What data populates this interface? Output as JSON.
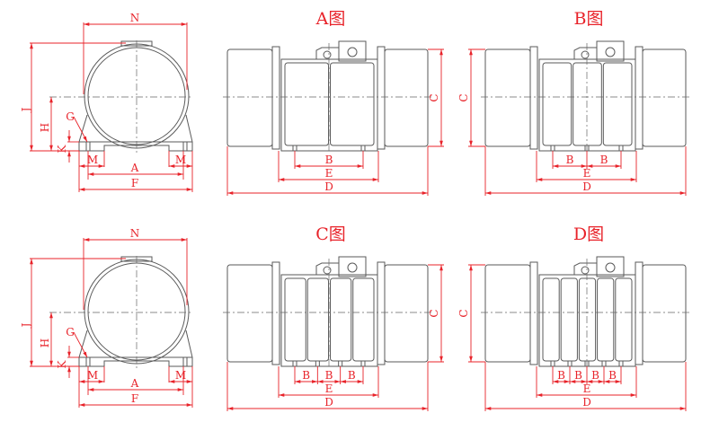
{
  "colors": {
    "dimension": "#e8232a",
    "outline": "#5a5a5a"
  },
  "front_view_labels": {
    "N": "N",
    "J": "J",
    "H": "H",
    "K": "K",
    "G": "G",
    "M": "M",
    "A": "A",
    "F": "F"
  },
  "side_views": [
    {
      "title": "A图",
      "compartments": 2,
      "B": "B",
      "C": "C",
      "D": "D",
      "E": "E"
    },
    {
      "title": "B图",
      "compartments": 3,
      "B": "B",
      "C": "C",
      "D": "D",
      "E": "E"
    },
    {
      "title": "C图",
      "compartments": 4,
      "B": "B",
      "C": "C",
      "D": "D",
      "E": "E"
    },
    {
      "title": "D图",
      "compartments": 5,
      "B": "B",
      "C": "C",
      "D": "D",
      "E": "E"
    }
  ]
}
